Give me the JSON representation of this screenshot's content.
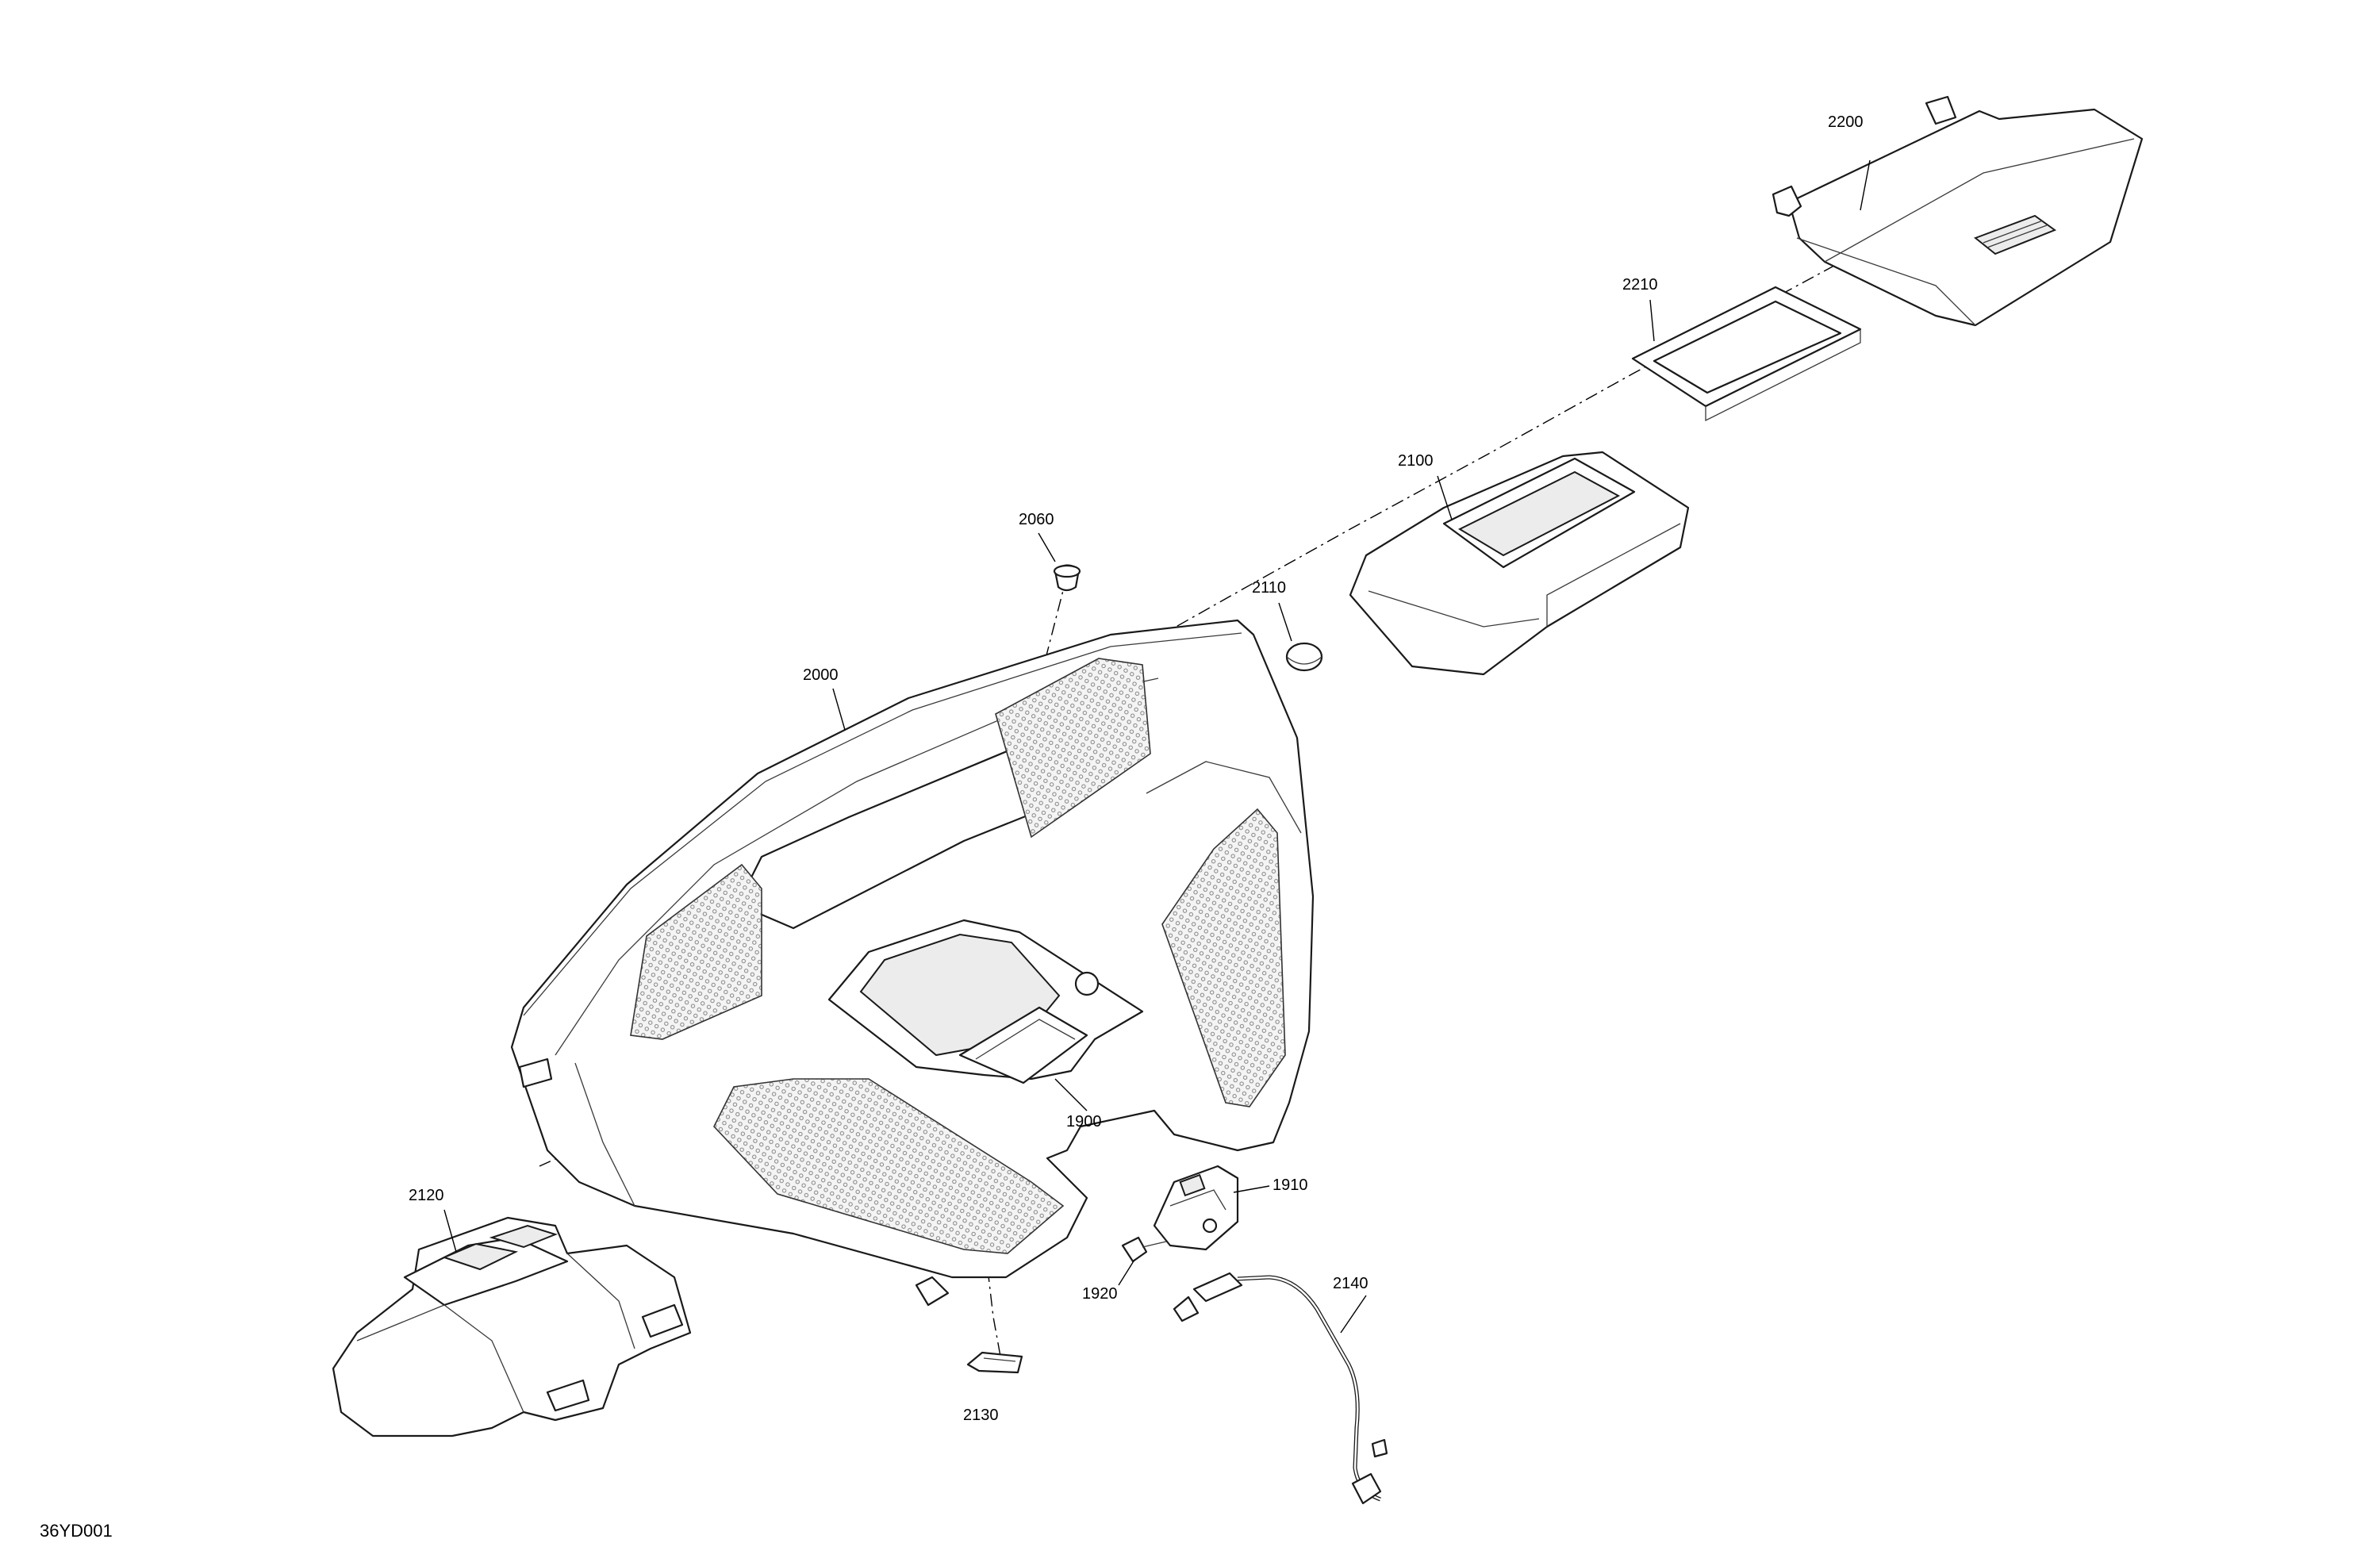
{
  "diagram": {
    "drawing_code": "36YD001",
    "callouts": [
      {
        "id": "c2200",
        "label": "2200"
      },
      {
        "id": "c2210",
        "label": "2210"
      },
      {
        "id": "c2100",
        "label": "2100"
      },
      {
        "id": "c2110",
        "label": "2110"
      },
      {
        "id": "c2060",
        "label": "2060"
      },
      {
        "id": "c2000",
        "label": "2000"
      },
      {
        "id": "c1900",
        "label": "1900"
      },
      {
        "id": "c1910",
        "label": "1910"
      },
      {
        "id": "c1920",
        "label": "1920"
      },
      {
        "id": "c2140",
        "label": "2140"
      },
      {
        "id": "c2120",
        "label": "2120"
      },
      {
        "id": "c2130",
        "label": "2130"
      }
    ]
  }
}
